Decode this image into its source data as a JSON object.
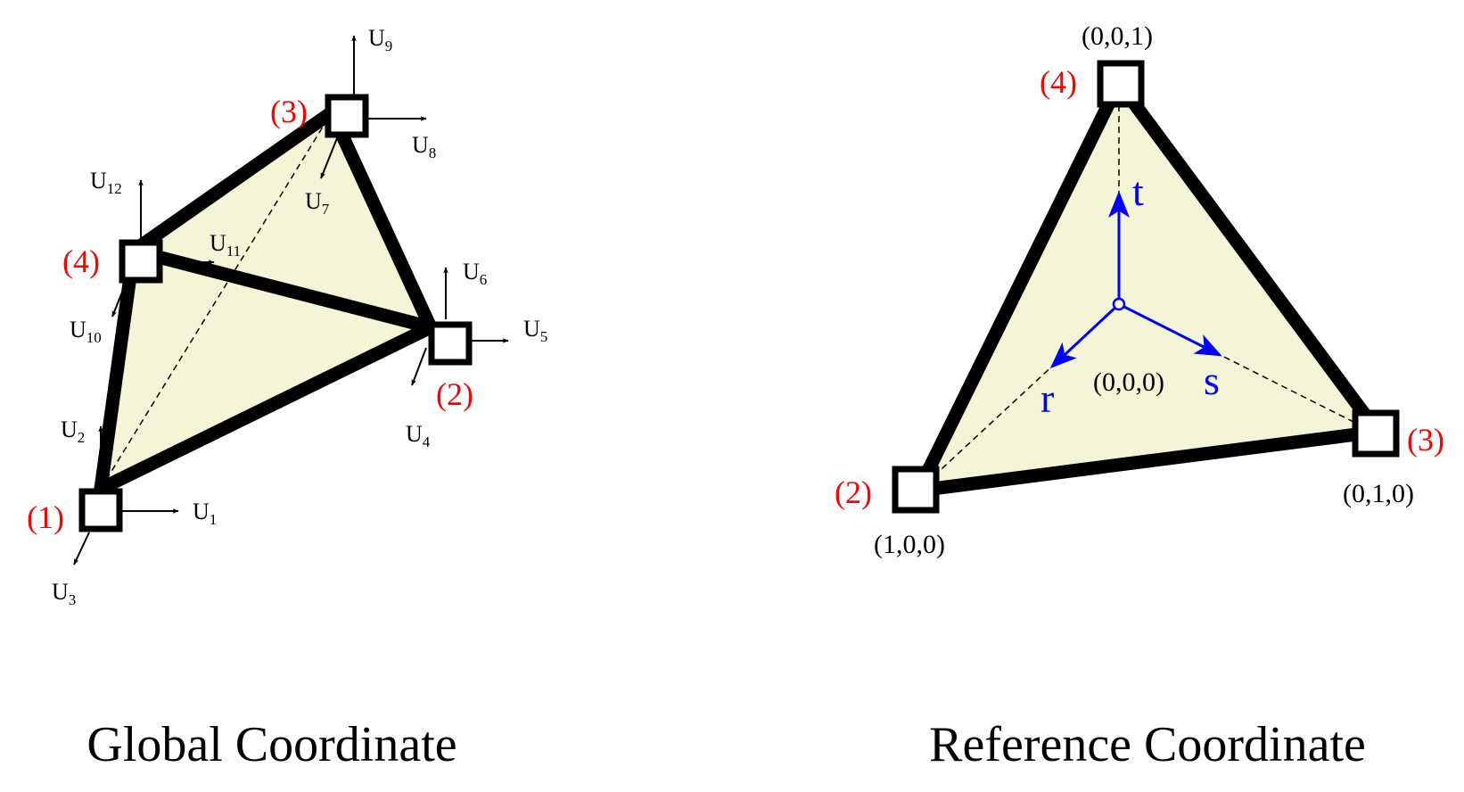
{
  "colors": {
    "face_fill": "#f3f5d6",
    "edge": "#000000",
    "node_label": "#ff0000",
    "axis": "#0000ff",
    "text": "#000000"
  },
  "global": {
    "caption": "Global Coordinate",
    "node_labels": [
      "(1)",
      "(2)",
      "(3)",
      "(4)"
    ],
    "dof": [
      {
        "main": "U",
        "sub": "1"
      },
      {
        "main": "U",
        "sub": "2"
      },
      {
        "main": "U",
        "sub": "3"
      },
      {
        "main": "U",
        "sub": "4"
      },
      {
        "main": "U",
        "sub": "5"
      },
      {
        "main": "U",
        "sub": "6"
      },
      {
        "main": "U",
        "sub": "7"
      },
      {
        "main": "U",
        "sub": "8"
      },
      {
        "main": "U",
        "sub": "9"
      },
      {
        "main": "U",
        "sub": "10"
      },
      {
        "main": "U",
        "sub": "11"
      },
      {
        "main": "U",
        "sub": "12"
      }
    ]
  },
  "reference": {
    "caption": "Reference Coordinate",
    "node_labels": [
      "(2)",
      "(3)",
      "(4)"
    ],
    "coords": [
      "(1,0,0)",
      "(0,1,0)",
      "(0,0,1)",
      "(0,0,0)"
    ],
    "axes": [
      "r",
      "s",
      "t"
    ]
  }
}
